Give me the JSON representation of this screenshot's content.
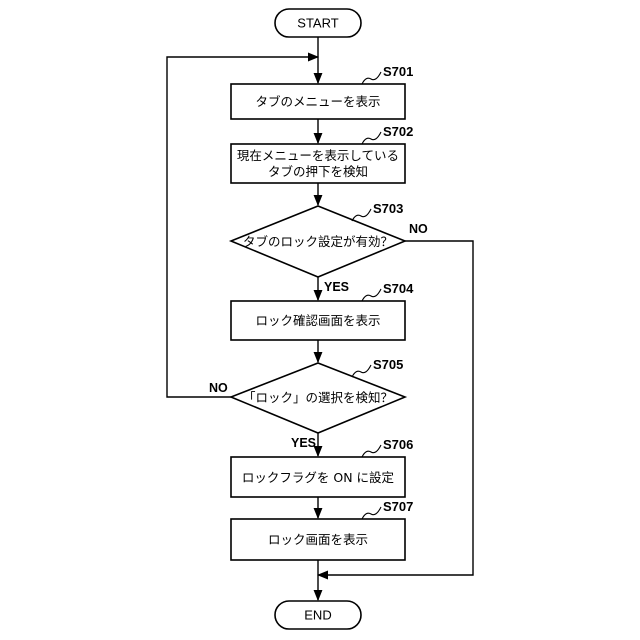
{
  "terminals": {
    "start": "START",
    "end": "END"
  },
  "steps": {
    "s701": {
      "id": "S701",
      "text": [
        "タブのメニューを表示"
      ]
    },
    "s702": {
      "id": "S702",
      "text": [
        "現在メニューを表示している",
        "タブの押下を検知"
      ]
    },
    "s703": {
      "id": "S703",
      "text": [
        "タブのロック設定が有効？"
      ]
    },
    "s704": {
      "id": "S704",
      "text": [
        "ロック確認画面を表示"
      ]
    },
    "s705": {
      "id": "S705",
      "text": [
        "「ロック」の選択を検知？"
      ]
    },
    "s706": {
      "id": "S706",
      "text": [
        "ロックフラグを ON に設定"
      ]
    },
    "s707": {
      "id": "S707",
      "text": [
        "ロック画面を表示"
      ]
    }
  },
  "branches": {
    "s703_yes": "YES",
    "s703_no": "NO",
    "s705_yes": "YES",
    "s705_no": "NO"
  }
}
